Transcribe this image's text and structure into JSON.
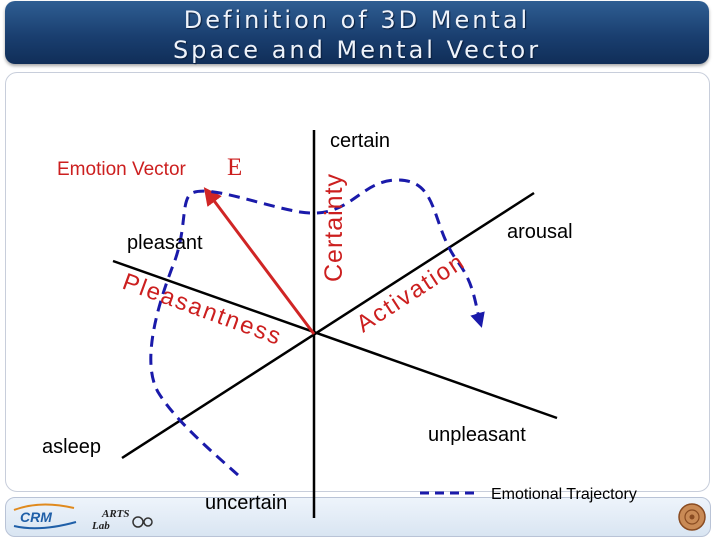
{
  "header": {
    "title_line1": "Definition of 3D Mental",
    "title_line2": "Space and Mental Vector"
  },
  "axes": {
    "certain": "certain",
    "uncertain": "uncertain",
    "pleasant": "pleasant",
    "unpleasant": "unpleasant",
    "arousal": "arousal",
    "asleep": "asleep",
    "certainty": "Certainty",
    "pleasantness": "Pleasantness",
    "activation": "Activation"
  },
  "vector": {
    "label": "Emotion Vector",
    "symbol": "E"
  },
  "legend": {
    "trajectory": "Emotional Trajectory"
  },
  "footer": {
    "logo_left": "CRM",
    "logo_arts_line1": "ARTS",
    "logo_arts_line2": "Lab"
  },
  "colors": {
    "axis": "#000000",
    "vector": "#d02525",
    "trajectory": "#1a1aaa",
    "title_bar": "#1f4778"
  }
}
